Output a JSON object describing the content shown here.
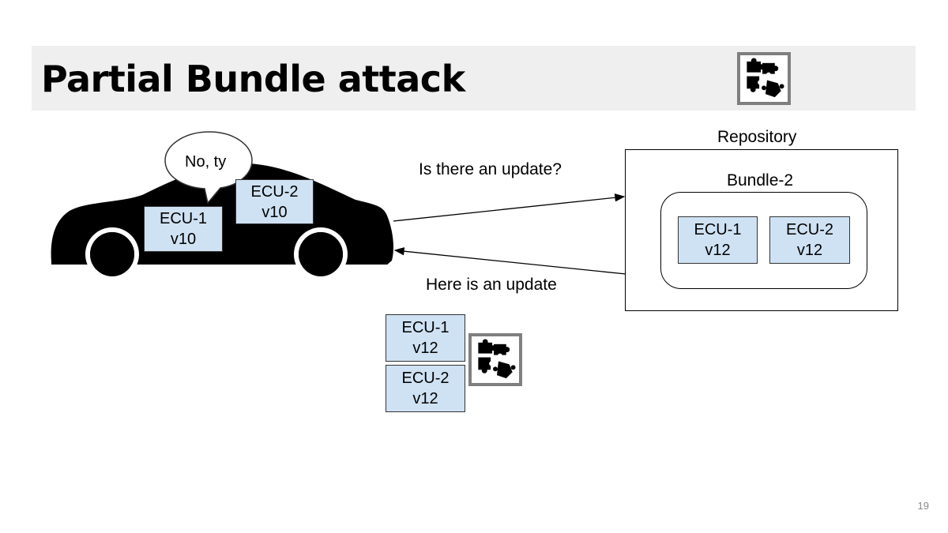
{
  "slide": {
    "title": "Partial Bundle attack",
    "page_number": "19"
  },
  "car": {
    "speech_bubble": "No, ty",
    "ecu1": {
      "name": "ECU-1",
      "version": "v10"
    },
    "ecu2": {
      "name": "ECU-2",
      "version": "v10"
    }
  },
  "arrows": {
    "request": "Is there an update?",
    "response": "Here is an update"
  },
  "repository": {
    "label": "Repository",
    "bundle_label": "Bundle-2",
    "ecu1": {
      "name": "ECU-1",
      "version": "v12"
    },
    "ecu2": {
      "name": "ECU-2",
      "version": "v12"
    }
  },
  "delivered": {
    "ecu1": {
      "name": "ECU-1",
      "version": "v12"
    },
    "ecu2": {
      "name": "ECU-2",
      "version": "v12"
    }
  },
  "icons": [
    "puzzle-icon",
    "car-icon"
  ],
  "colors": {
    "ecu_fill": "#cfe2f3",
    "title_bar": "#efefef",
    "puzzle_frame": "#7f7f7f"
  }
}
